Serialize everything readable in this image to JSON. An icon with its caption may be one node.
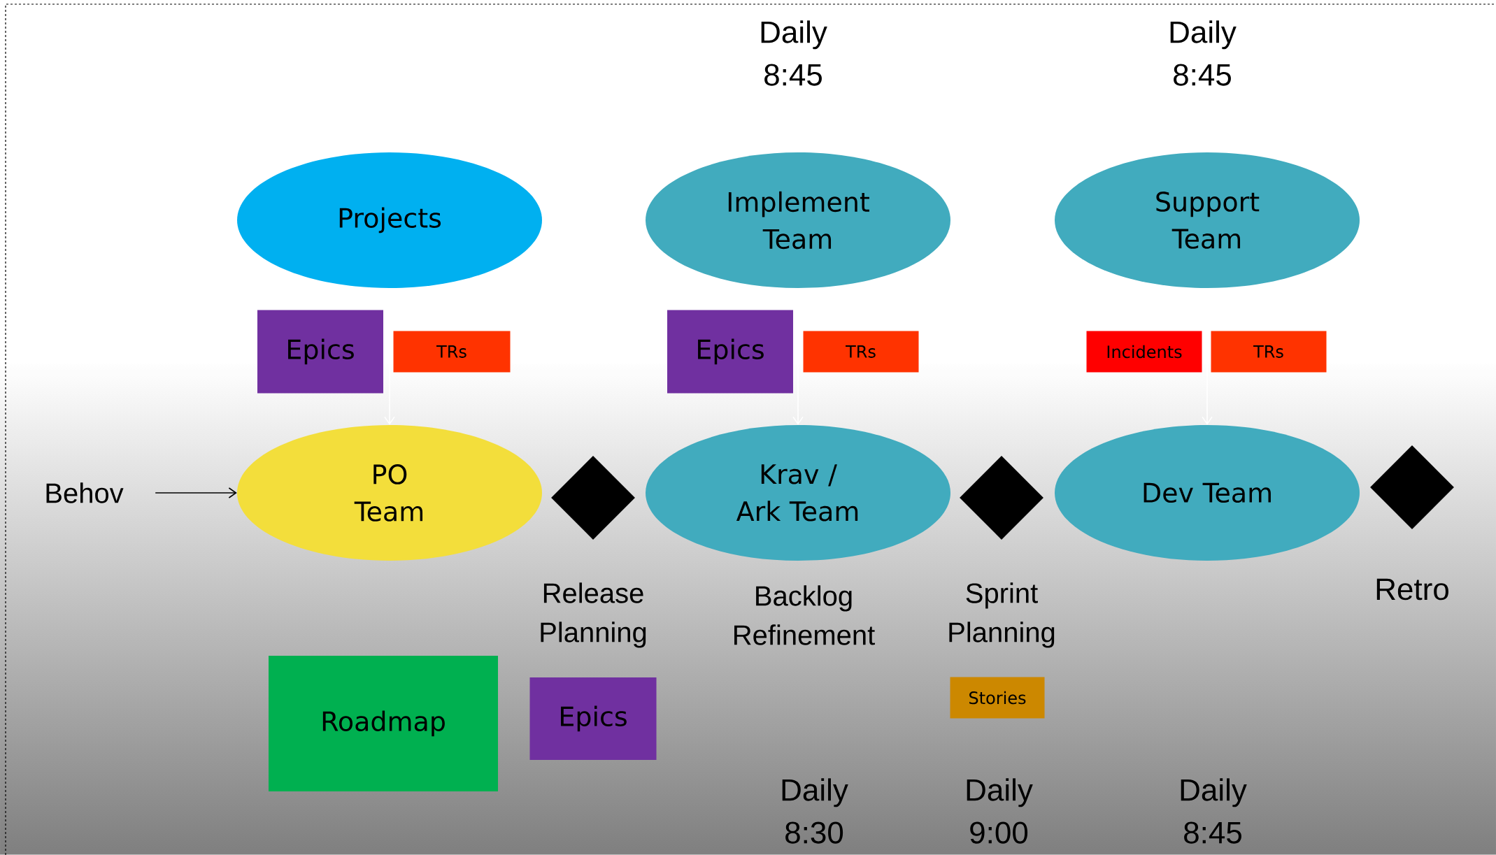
{
  "diagram": {
    "nodes": [
      {
        "text": [
          "Projects"
        ]
      },
      {
        "text": [
          "Implement Team"
        ]
      },
      {
        "text": [
          "Support Team"
        ]
      },
      {
        "text": [
          "Epics"
        ]
      },
      {
        "text": [
          "TRs"
        ]
      },
      {
        "text": [
          "Epics"
        ]
      },
      {
        "text": [
          "TRs"
        ]
      },
      {
        "text": [
          "Incidents"
        ]
      },
      {
        "text": [
          "TRs"
        ]
      },
      {
        "text": [
          "Behov"
        ]
      },
      {
        "text": [
          "PO Team"
        ]
      },
      {
        "text": [],
        "shape": "diamond"
      },
      {
        "text": [
          "Krav / Ark Team"
        ]
      },
      {
        "text": [],
        "shape": "diamond"
      },
      {
        "text": [
          "Dev Team"
        ]
      },
      {
        "text": [],
        "shape": "diamond"
      },
      {
        "text": [
          "Roadmap"
        ]
      },
      {
        "text": [
          "Epics"
        ]
      },
      {
        "text": [
          "Stories"
        ]
      }
    ],
    "edges": [
      {
        "from": 9,
        "to": 10,
        "arrow": "to",
        "color": "#000000"
      },
      {
        "from": 0,
        "to": 10,
        "arrow": "to"
      },
      {
        "from": 1,
        "to": 12,
        "arrow": "to"
      },
      {
        "from": 2,
        "to": 14,
        "arrow": "to"
      }
    ],
    "labels": [
      "Daily 8:45",
      "Daily 8:45",
      "Release Planning",
      "Backlog Refinement",
      "Sprint Planning",
      "Retro",
      "Daily 8:30",
      "Daily 9:00",
      "Daily 8:45"
    ]
  }
}
